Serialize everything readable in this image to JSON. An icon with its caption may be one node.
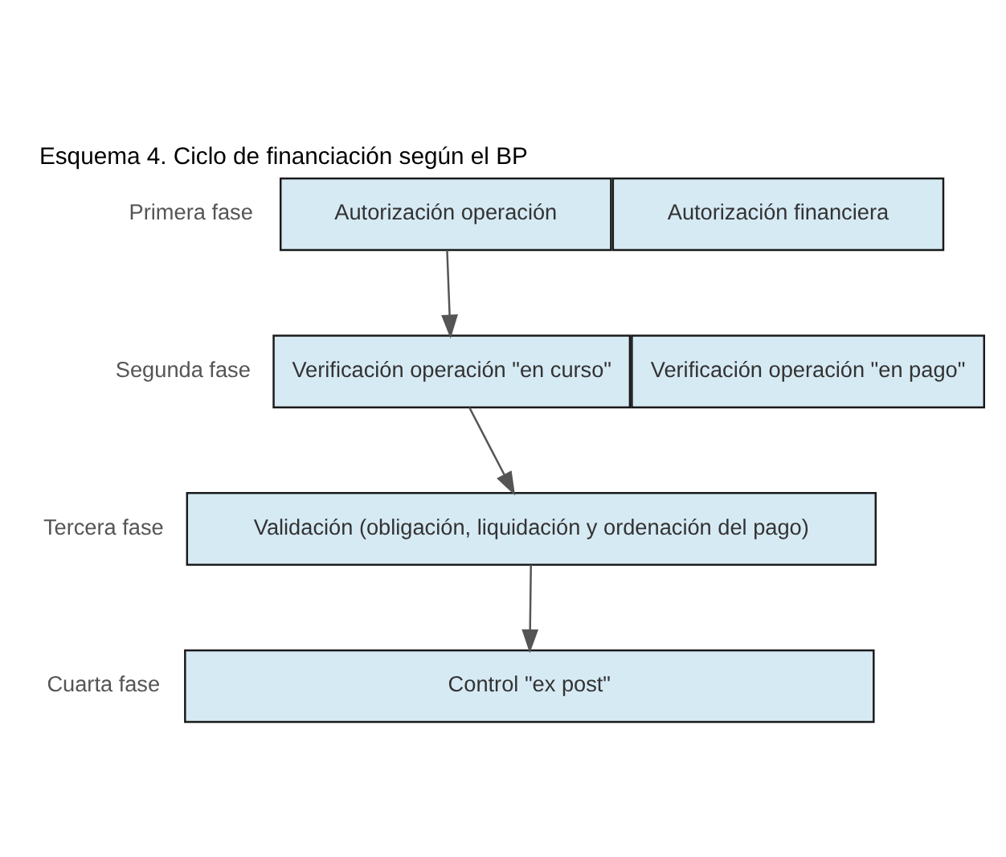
{
  "diagram": {
    "title": "Esquema 4. Ciclo de financiación según el BP",
    "nodes": [
      {
        "text": [
          "Autorización operación"
        ]
      },
      {
        "text": [
          "Autorización financiera"
        ]
      },
      {
        "text": [
          "Verificación operación \"en curso\""
        ]
      },
      {
        "text": [
          "Verificación operación \"en pago\""
        ]
      },
      {
        "text": [
          "Validación (obligación, liquidación y ordenación del pago)"
        ]
      },
      {
        "text": [
          "Control \"ex post\""
        ]
      }
    ],
    "edges": [
      {
        "from": 0,
        "to": 2,
        "arrow": "to"
      },
      {
        "from": 2,
        "to": 4,
        "arrow": "to"
      },
      {
        "from": 4,
        "to": 5,
        "arrow": "to"
      }
    ],
    "labels": [
      "Primera fase",
      "Segunda fase",
      "Tercera fase",
      "Cuarta fase"
    ]
  }
}
